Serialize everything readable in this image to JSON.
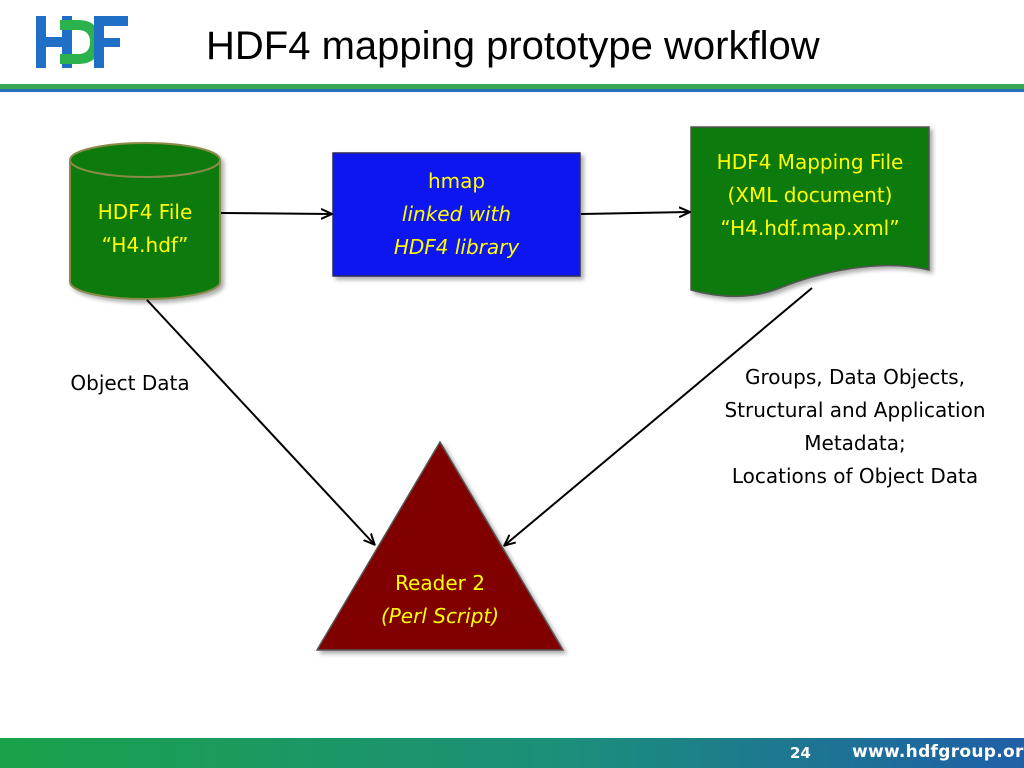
{
  "slide": {
    "title": "HDF4 mapping prototype workflow",
    "page_number": "24",
    "website": "www.hdfgroup.org"
  },
  "logo": {
    "text": "HDF",
    "colors": {
      "h": "#1f6fc7",
      "d": "#2bb24c",
      "f": "#1f6fc7"
    }
  },
  "nodes": {
    "hdf4_file": {
      "line1": "HDF4  File",
      "line2": "“H4.hdf”",
      "fill": "#0b7a0b"
    },
    "hmap": {
      "line1": "hmap",
      "line2": "linked with",
      "line3": "HDF4 library",
      "fill": "#0a14f0"
    },
    "mapping_file": {
      "line1": "HDF4 Mapping File",
      "line2": "(XML document)",
      "line3": "“H4.hdf.map.xml”",
      "fill": "#0b7a0b"
    },
    "reader": {
      "line1": "Reader 2",
      "line2": "(Perl Script)",
      "fill": "#800000"
    }
  },
  "edges": {
    "object_data": {
      "label": "Object Data"
    },
    "metadata": {
      "line1": "Groups, Data Objects,",
      "line2": "Structural and Application",
      "line3": "Metadata;",
      "line4": "Locations of Object Data"
    }
  },
  "colors": {
    "text_on_node": "#ffff00",
    "header_rule": "#3aa655",
    "footer_start": "#1aa24a",
    "footer_end": "#1f5fa8"
  }
}
